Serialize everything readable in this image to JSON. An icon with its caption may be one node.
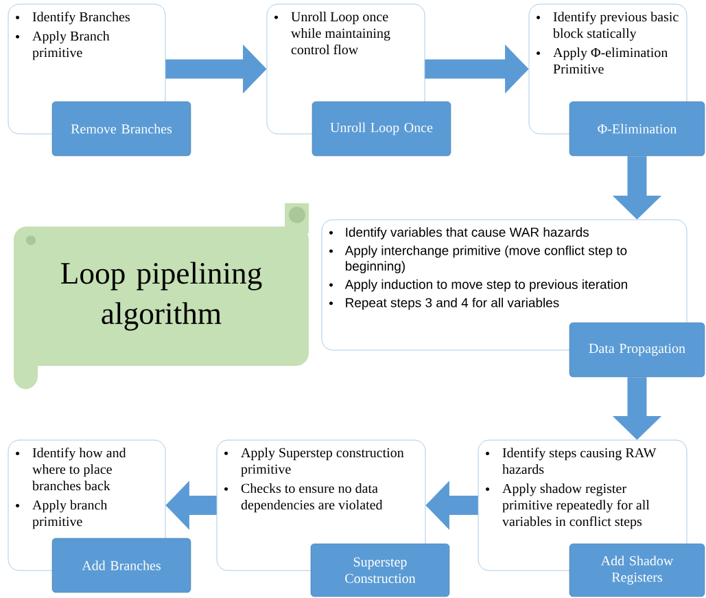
{
  "diagram": {
    "nodes": [
      {
        "text": [
          "Identify Branches",
          "Apply Branch primitive"
        ]
      },
      {
        "text": [
          "Remove Branches"
        ]
      },
      {
        "text": [
          "Unroll Loop once while maintaining control flow"
        ]
      },
      {
        "text": [
          "Unroll Loop Once"
        ]
      },
      {
        "text": [
          "Identify previous basic block statically",
          "Apply Φ-elimination Primitive"
        ]
      },
      {
        "text": [
          "Φ-Elimination"
        ]
      },
      {
        "text": [
          "Loop pipelining algorithm"
        ]
      },
      {
        "text": [
          "Identify variables that cause WAR hazards",
          "Apply interchange primitive (move conflict step to beginning)",
          "Apply induction to move step to previous iteration",
          "Repeat steps 3 and 4 for all variables"
        ]
      },
      {
        "text": [
          "Data Propagation"
        ]
      },
      {
        "text": [
          "Identify how and where to place branches back",
          "Apply branch primitive"
        ]
      },
      {
        "text": [
          "Add Branches"
        ]
      },
      {
        "text": [
          "Apply Superstep construction primitive",
          "Checks to ensure no data dependencies are violated"
        ]
      },
      {
        "text": [
          "Superstep Construction"
        ]
      },
      {
        "text": [
          "Identify steps causing RAW hazards",
          "Apply shadow register primitive repeatedly for all variables in conflict steps"
        ]
      },
      {
        "text": [
          "Add Shadow Registers"
        ]
      }
    ],
    "edges": [
      {
        "from": 0,
        "to": 2,
        "arrow": "to"
      },
      {
        "from": 2,
        "to": 4,
        "arrow": "to"
      },
      {
        "from": 5,
        "to": 7,
        "arrow": "to"
      },
      {
        "from": 8,
        "to": 13,
        "arrow": "to"
      },
      {
        "from": 13,
        "to": 11,
        "arrow": "to"
      },
      {
        "from": 11,
        "to": 9,
        "arrow": "to"
      }
    ]
  }
}
